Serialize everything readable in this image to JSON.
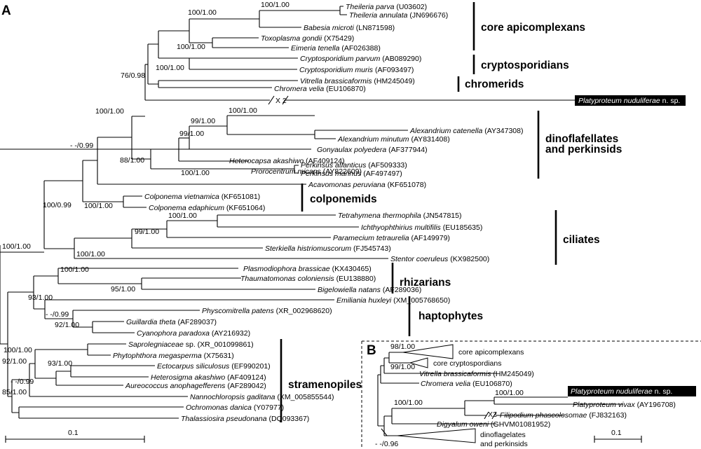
{
  "panels": {
    "a": "A",
    "b": "B"
  },
  "taxa": [
    {
      "id": "t_parva",
      "species": "Theileria parva",
      "accession": " (U03602)"
    },
    {
      "id": "t_annulata",
      "species": "Theileria annulata",
      "accession": " (JN696676)"
    },
    {
      "id": "babesia",
      "species": "Babesia microti",
      "accession": " (LN871598)"
    },
    {
      "id": "toxo",
      "species": "Toxoplasma gondii",
      "accession": " (X75429)"
    },
    {
      "id": "eimeria",
      "species": "Eimeria tenella",
      "accession": " (AF026388)"
    },
    {
      "id": "c_parvum",
      "species": "Cryptosporidium parvum",
      "accession": " (AB089290)"
    },
    {
      "id": "c_muris",
      "species": "Cryptosporidium muris",
      "accession": " (AF093497)"
    },
    {
      "id": "vitrella",
      "species": "Vitrella brassicaformis",
      "accession": " (HM245049)"
    },
    {
      "id": "chromera",
      "species": "Chromera velia",
      "accession": " (EU106870)"
    },
    {
      "id": "a_catenella",
      "species": "Alexandrium catenella",
      "accession": " (AY347308)"
    },
    {
      "id": "a_minutum",
      "species": "Alexandrium minutum",
      "accession": " (AY831408)"
    },
    {
      "id": "gonyaulax",
      "species": "Gonyaulax polyedera",
      "accession": " (AF377944)"
    },
    {
      "id": "heterocapsa",
      "species": "Heterocapsa akashiwo",
      "accession": " (AF409124)"
    },
    {
      "id": "prorocentrum",
      "species": "Prorocentrum micans",
      "accession": " (AY822609)"
    },
    {
      "id": "p_atlanticus",
      "species": "Perkinsus atlanticus",
      "accession": " (AF509333)"
    },
    {
      "id": "p_marinus",
      "species": "Perkinsus marinus",
      "accession": " (AF497497)"
    },
    {
      "id": "acavomonas",
      "species": "Acavomonas peruviana",
      "accession": " (KF651078)"
    },
    {
      "id": "c_vietnamica",
      "species": "Colponema vietnamica",
      "accession": " (KF651081)"
    },
    {
      "id": "c_edaphicum",
      "species": "Colponema edaphicum",
      "accession": " (KF651064)"
    },
    {
      "id": "tetrahymena",
      "species": "Tetrahymena thermophila",
      "accession": " (JN547815)"
    },
    {
      "id": "ichthyo",
      "species": "Ichthyophthirius multifilis",
      "accession": " (EU185635)"
    },
    {
      "id": "paramecium",
      "species": "Paramecium tetraurelia",
      "accession": " (AF149979)"
    },
    {
      "id": "sterkiella",
      "species": "Sterkiella histriomuscorum",
      "accession": " (FJ545743)"
    },
    {
      "id": "stentor",
      "species": "Stentor coeruleus",
      "accession": " (KX982500)"
    },
    {
      "id": "plasmodiophora",
      "species": "Plasmodiophora brassicae",
      "accession": " (KX430465)"
    },
    {
      "id": "thaumatomonas",
      "species": "Thaumatomonas coloniensis",
      "accession": " (EU138880)"
    },
    {
      "id": "bigelowiella",
      "species": "Bigelowiella natans",
      "accession": " (AF289036)"
    },
    {
      "id": "emiliania",
      "species": "Emiliania huxleyi",
      "accession": " (XM_005768650)"
    },
    {
      "id": "physcomitrella",
      "species": "Physcomitrella patens",
      "accession": " (XR_002968620)"
    },
    {
      "id": "guillardia",
      "species": "Guillardia theta",
      "accession": " (AF289037)"
    },
    {
      "id": "cyanophora",
      "species": "Cyanophora paradoxa",
      "accession": " (AY216932)"
    },
    {
      "id": "saprolegniaceae",
      "species": "Saprolegniaceae",
      "accession": " sp. (XR_001099861)"
    },
    {
      "id": "phytophthora",
      "species": "Phytophthora megasperma",
      "accession": " (X75631)"
    },
    {
      "id": "ectocarpus",
      "species": "Ectocarpus siliculosus",
      "accession": " (EF990201)"
    },
    {
      "id": "heterosigma",
      "species": "Heterosigma akashiwo",
      "accession": " (AF409124)"
    },
    {
      "id": "aureococcus",
      "species": "Aureococcus anophagefferens",
      "accession": " (AF289042)"
    },
    {
      "id": "nannochloropsis",
      "species": "Nannochloropsis gaditana",
      "accession": " (XM_005855544)"
    },
    {
      "id": "ochromonas",
      "species": "Ochromonas danica",
      "accession": " (Y07977)"
    },
    {
      "id": "thalassiosira",
      "species": "Thalassiosira pseudonana",
      "accession": " (DQ093367)"
    }
  ],
  "highlight_a": {
    "species": "Platyproteum nuduliferae",
    "suffix": " n. sp."
  },
  "break_mark": "X 2",
  "support": {
    "n1": "100/1.00",
    "n2": "100/1.00",
    "n3": "100/1.00",
    "n4": "100/1.00",
    "n5": "76/0.98",
    "n6": "100/1.00",
    "n7": "100/1.00",
    "n8": "99/1.00",
    "n9": "99/1.00",
    "n10": "88/1.00",
    "n11": "100/1.00",
    "n12": "- -/0.99",
    "n13": "100/1.00",
    "n14": "100/0.99",
    "n15": "100/1.00",
    "n16": "99/1.00",
    "n17": "100/1.00",
    "n18": "100/1.00",
    "n19": "100/1.00",
    "n20": "95/1.00",
    "n21": "93/1.00",
    "n22": "- -/0.99",
    "n23": "92/1.00",
    "n24": "100/1.00",
    "n25": "92/1.00",
    "n26": "93/1.00",
    "n27": "- -/0.99",
    "n28": "85/1.00"
  },
  "clades": {
    "apicomplexans": "core apicomplexans",
    "cryptosporidians": "cryptosporidians",
    "chromerids": "chromerids",
    "dino1": "dinoflafellates",
    "dino2": "and perkinsids",
    "colponemids": "colponemids",
    "ciliates": "ciliates",
    "rhizarians": "rhizarians",
    "haptophytes": "haptophytes",
    "stramenopiles": "stramenopiles"
  },
  "scale_a": "0.1",
  "inset": {
    "core_apicomplexans": "core apicomplexans",
    "core_cryptospordians": "core cryptospordians",
    "vitrella": {
      "species": "Vitrella brassicaformis",
      "accession": " (HM245049)"
    },
    "chromera": {
      "species": "Chromera velia",
      "accession": " (EU106870)"
    },
    "highlight": {
      "species": "Platyproteum nuduliferae",
      "suffix": " n. sp."
    },
    "vivax": {
      "species": "Platyproteum vivax",
      "accession": " (AY196708)"
    },
    "filipodium": {
      "species": "Filipodium phascolosomae",
      "accession": " (FJ832163)"
    },
    "digyalum": {
      "species": "Digyalum oweni",
      "accession": " (GHVM01081952)"
    },
    "dino1": "dinoflagelates",
    "dino2": "and perkinsids",
    "break_mark": "X2",
    "support": {
      "b1": "98/1.00",
      "b2": "99/1.00",
      "b3": "100/1.00",
      "b4": "100/1.00",
      "b5": "- -/0.96"
    },
    "scale": "0.1"
  }
}
